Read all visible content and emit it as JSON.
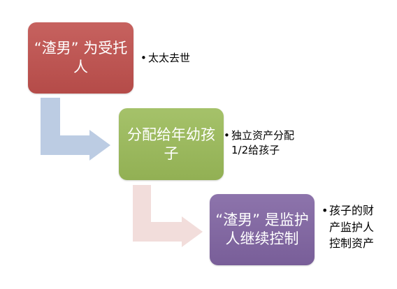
{
  "steps": [
    {
      "lines": [
        "“渣男” 为受托",
        "人"
      ],
      "color": "#C0504D",
      "note": [
        "太太去世"
      ]
    },
    {
      "lines": [
        "分配给年幼孩",
        "子"
      ],
      "color": "#9BBB59",
      "note": [
        "独立资产分配",
        "1/2给孩子"
      ]
    },
    {
      "lines": [
        "“渣男” 是监护",
        "人继续控制"
      ],
      "color": "#8064A2",
      "note": [
        "孩子的财",
        "产监护人",
        "控制资产"
      ]
    }
  ],
  "arrows": [
    {
      "color": "#BCCCE3"
    },
    {
      "color": "#F2DDDB"
    }
  ],
  "text_colors": {
    "box": "#FFFFFF",
    "note": "#000000"
  }
}
